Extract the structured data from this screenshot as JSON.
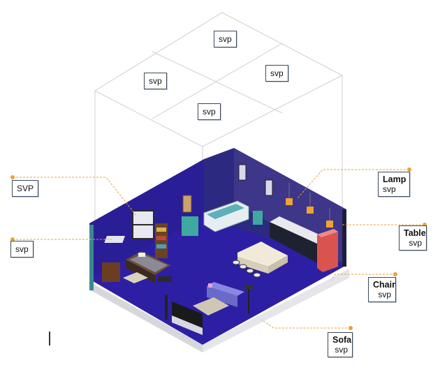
{
  "ceiling_labels": [
    "svp",
    "svp",
    "svp",
    "svp"
  ],
  "left_labels": [
    "SVP",
    "svp"
  ],
  "right_labels": [
    {
      "title": "Lamp",
      "sub": "svp"
    },
    {
      "title": "Table",
      "sub": "svp"
    },
    {
      "title": "Chair",
      "sub": "svp"
    },
    {
      "title": "Sofa",
      "sub": "svp"
    }
  ],
  "colors": {
    "floor": "#2d1fa3",
    "left_wall": "#2a1e96",
    "back_wall": "#2c2a80",
    "wireframe": "#c9c9c9",
    "leader": "#e8a23a",
    "dot": "#e8a23a",
    "label_border": "#3b4a5a"
  },
  "icons": [
    "lamp-icon",
    "table-icon",
    "chair-icon",
    "sofa-icon",
    "bed-icon",
    "bathtub-icon",
    "fridge-icon",
    "tv-icon"
  ]
}
